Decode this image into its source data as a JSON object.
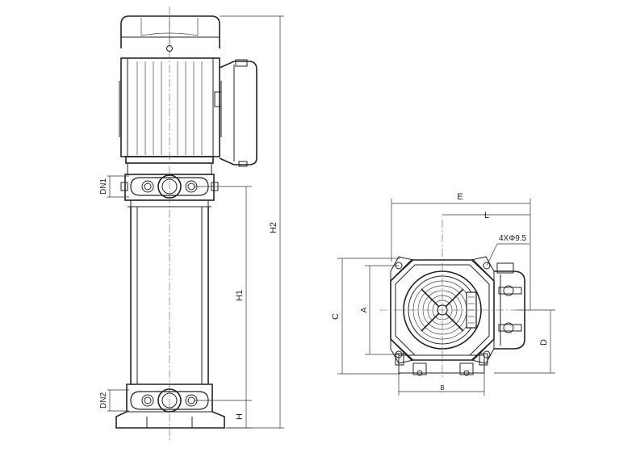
{
  "labels": {
    "dn1": "DN1",
    "dn2": "DN2",
    "h1": "H1",
    "h2": "H2",
    "h": "H",
    "e": "E",
    "l": "L",
    "hole_spec": "4XΦ9.5",
    "a": "A",
    "b": "B",
    "c": "C",
    "d": "D"
  },
  "colors": {
    "line": "#222222",
    "background": "#ffffff"
  }
}
